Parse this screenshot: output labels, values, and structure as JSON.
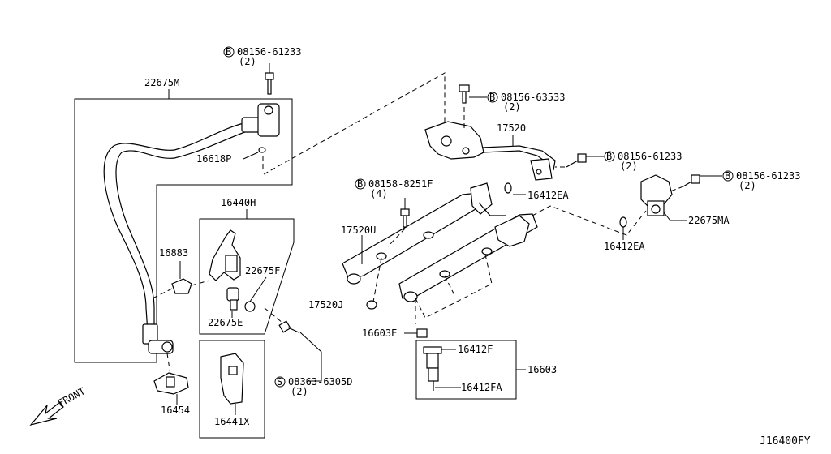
{
  "diagram": {
    "ref_code": "J16400FY",
    "front_label": "FRONT",
    "labels": {
      "hose_assy": "22675M",
      "bolt_top": "08156-61233",
      "bolt_top_qty": "(2)",
      "oring_left": "16618P",
      "bracket_box": "16440H",
      "clip_16883": "16883",
      "damper_f": "22675F",
      "damper_e": "22675E",
      "screw_d": "08363-6305D",
      "screw_d_qty": "(2)",
      "clamp": "16454",
      "clip_box": "16441X",
      "bolt_mid": "08156-63533",
      "bolt_mid_qty": "(2)",
      "tube": "17520",
      "bolt_right": "08156-61233",
      "bolt_right_qty": "(2)",
      "bolt_far_right": "08156-61233",
      "bolt_far_right_qty": "(2)",
      "bolt_rail": "08158-8251F",
      "bolt_rail_qty": "(4)",
      "oring_ea_1": "16412EA",
      "oring_ea_2": "16412EA",
      "regulator": "22675MA",
      "rail_u": "17520U",
      "rail_j": "17520J",
      "injector_e": "16603E",
      "injector_assy": "16603",
      "oring_f": "16412F",
      "oring_fa": "16412FA"
    },
    "badges": {
      "bolt": "B",
      "screw": "S"
    }
  }
}
